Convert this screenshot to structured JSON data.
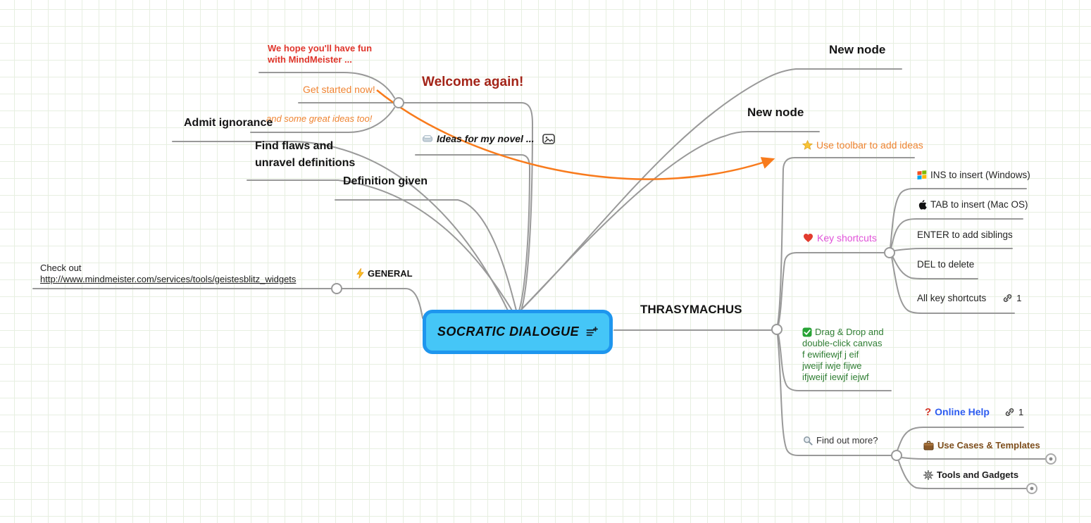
{
  "colors": {
    "branch": "#999999",
    "arrow": "#f87b1c",
    "red_text": "#e0362c",
    "dark_red_text": "#a32418",
    "orange_text": "#ef8432",
    "magenta_text": "#e052d8",
    "green_text": "#2e7d32",
    "blue_text": "#2d5cf0",
    "brown_text": "#7d4e1c",
    "root_fill": "#45c6f7",
    "root_border": "#1e96ee",
    "grid_line": "#e7efe1"
  },
  "icons": {
    "question": "?"
  },
  "root": {
    "label": "SOCRATIC DIALOGUE"
  },
  "nodes": {
    "we_hope": {
      "line1": "We hope you'll have fun",
      "line2": "with MindMeister ..."
    },
    "get_started": {
      "label": "Get started now!"
    },
    "great_ideas": {
      "label": "and some great ideas too!"
    },
    "welcome": {
      "label": "Welcome again!"
    },
    "admit": {
      "label": "Admit ignorance"
    },
    "find_flaws": {
      "line1": "Find flaws and",
      "line2": "unravel definitions"
    },
    "definition": {
      "label": "Definition given"
    },
    "ideas_novel": {
      "label": "Ideas for my novel ..."
    },
    "check_out": {
      "line1": "Check out",
      "url": "http://www.mindmeister.com/services/tools/geistesblitz_widgets"
    },
    "general": {
      "label": "GENERAL"
    },
    "thrasymachus": {
      "label": "THRASYMACHUS"
    },
    "new_node_1": {
      "label": "New node"
    },
    "new_node_2": {
      "label": "New node"
    },
    "use_toolbar": {
      "label": "Use toolbar to add ideas"
    },
    "ins": {
      "label": "INS to insert (Windows)"
    },
    "tab": {
      "label": "TAB to insert (Mac OS)"
    },
    "enter": {
      "label": "ENTER to add siblings"
    },
    "del": {
      "label": "DEL to delete"
    },
    "all_shortcuts": {
      "label": "All key shortcuts",
      "link_count": "1"
    },
    "key_shortcuts": {
      "label": "Key shortcuts"
    },
    "dragdrop": {
      "line1": "Drag & Drop and",
      "line2": "double-click canvas",
      "line3": "f ewifiewjf j eif",
      "line4": "jweijf iwje fijwe",
      "line5": "ifjweijf iewjf iejwf"
    },
    "online_help": {
      "label": "Online Help",
      "link_count": "1"
    },
    "find_out": {
      "label": "Find out more?"
    },
    "use_cases": {
      "label": "Use Cases & Templates"
    },
    "tools": {
      "label": "Tools and Gadgets"
    }
  }
}
